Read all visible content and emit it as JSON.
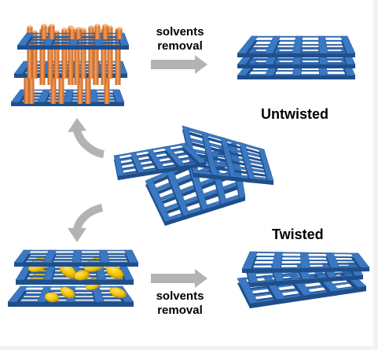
{
  "labels": {
    "top_step_line1": "solvents",
    "top_step_line2": "removal",
    "bottom_step_line1": "solvents",
    "bottom_step_line2": "removal",
    "untwisted": "Untwisted",
    "twisted": "Twisted"
  },
  "colors": {
    "frame_face": "#3a78c3",
    "frame_side": "#1f4f8a",
    "frame_top": "#5b97d8",
    "rod": "#e8813a",
    "rod_dark": "#b95a1c",
    "ellipsoid": "#f2c200",
    "ellipsoid_dark": "#b08a00",
    "arrow_gray": "#b3b3b3"
  },
  "icons": {
    "curved_arrow": "curved-arrow-icon",
    "straight_arrow": "right-arrow-icon"
  }
}
